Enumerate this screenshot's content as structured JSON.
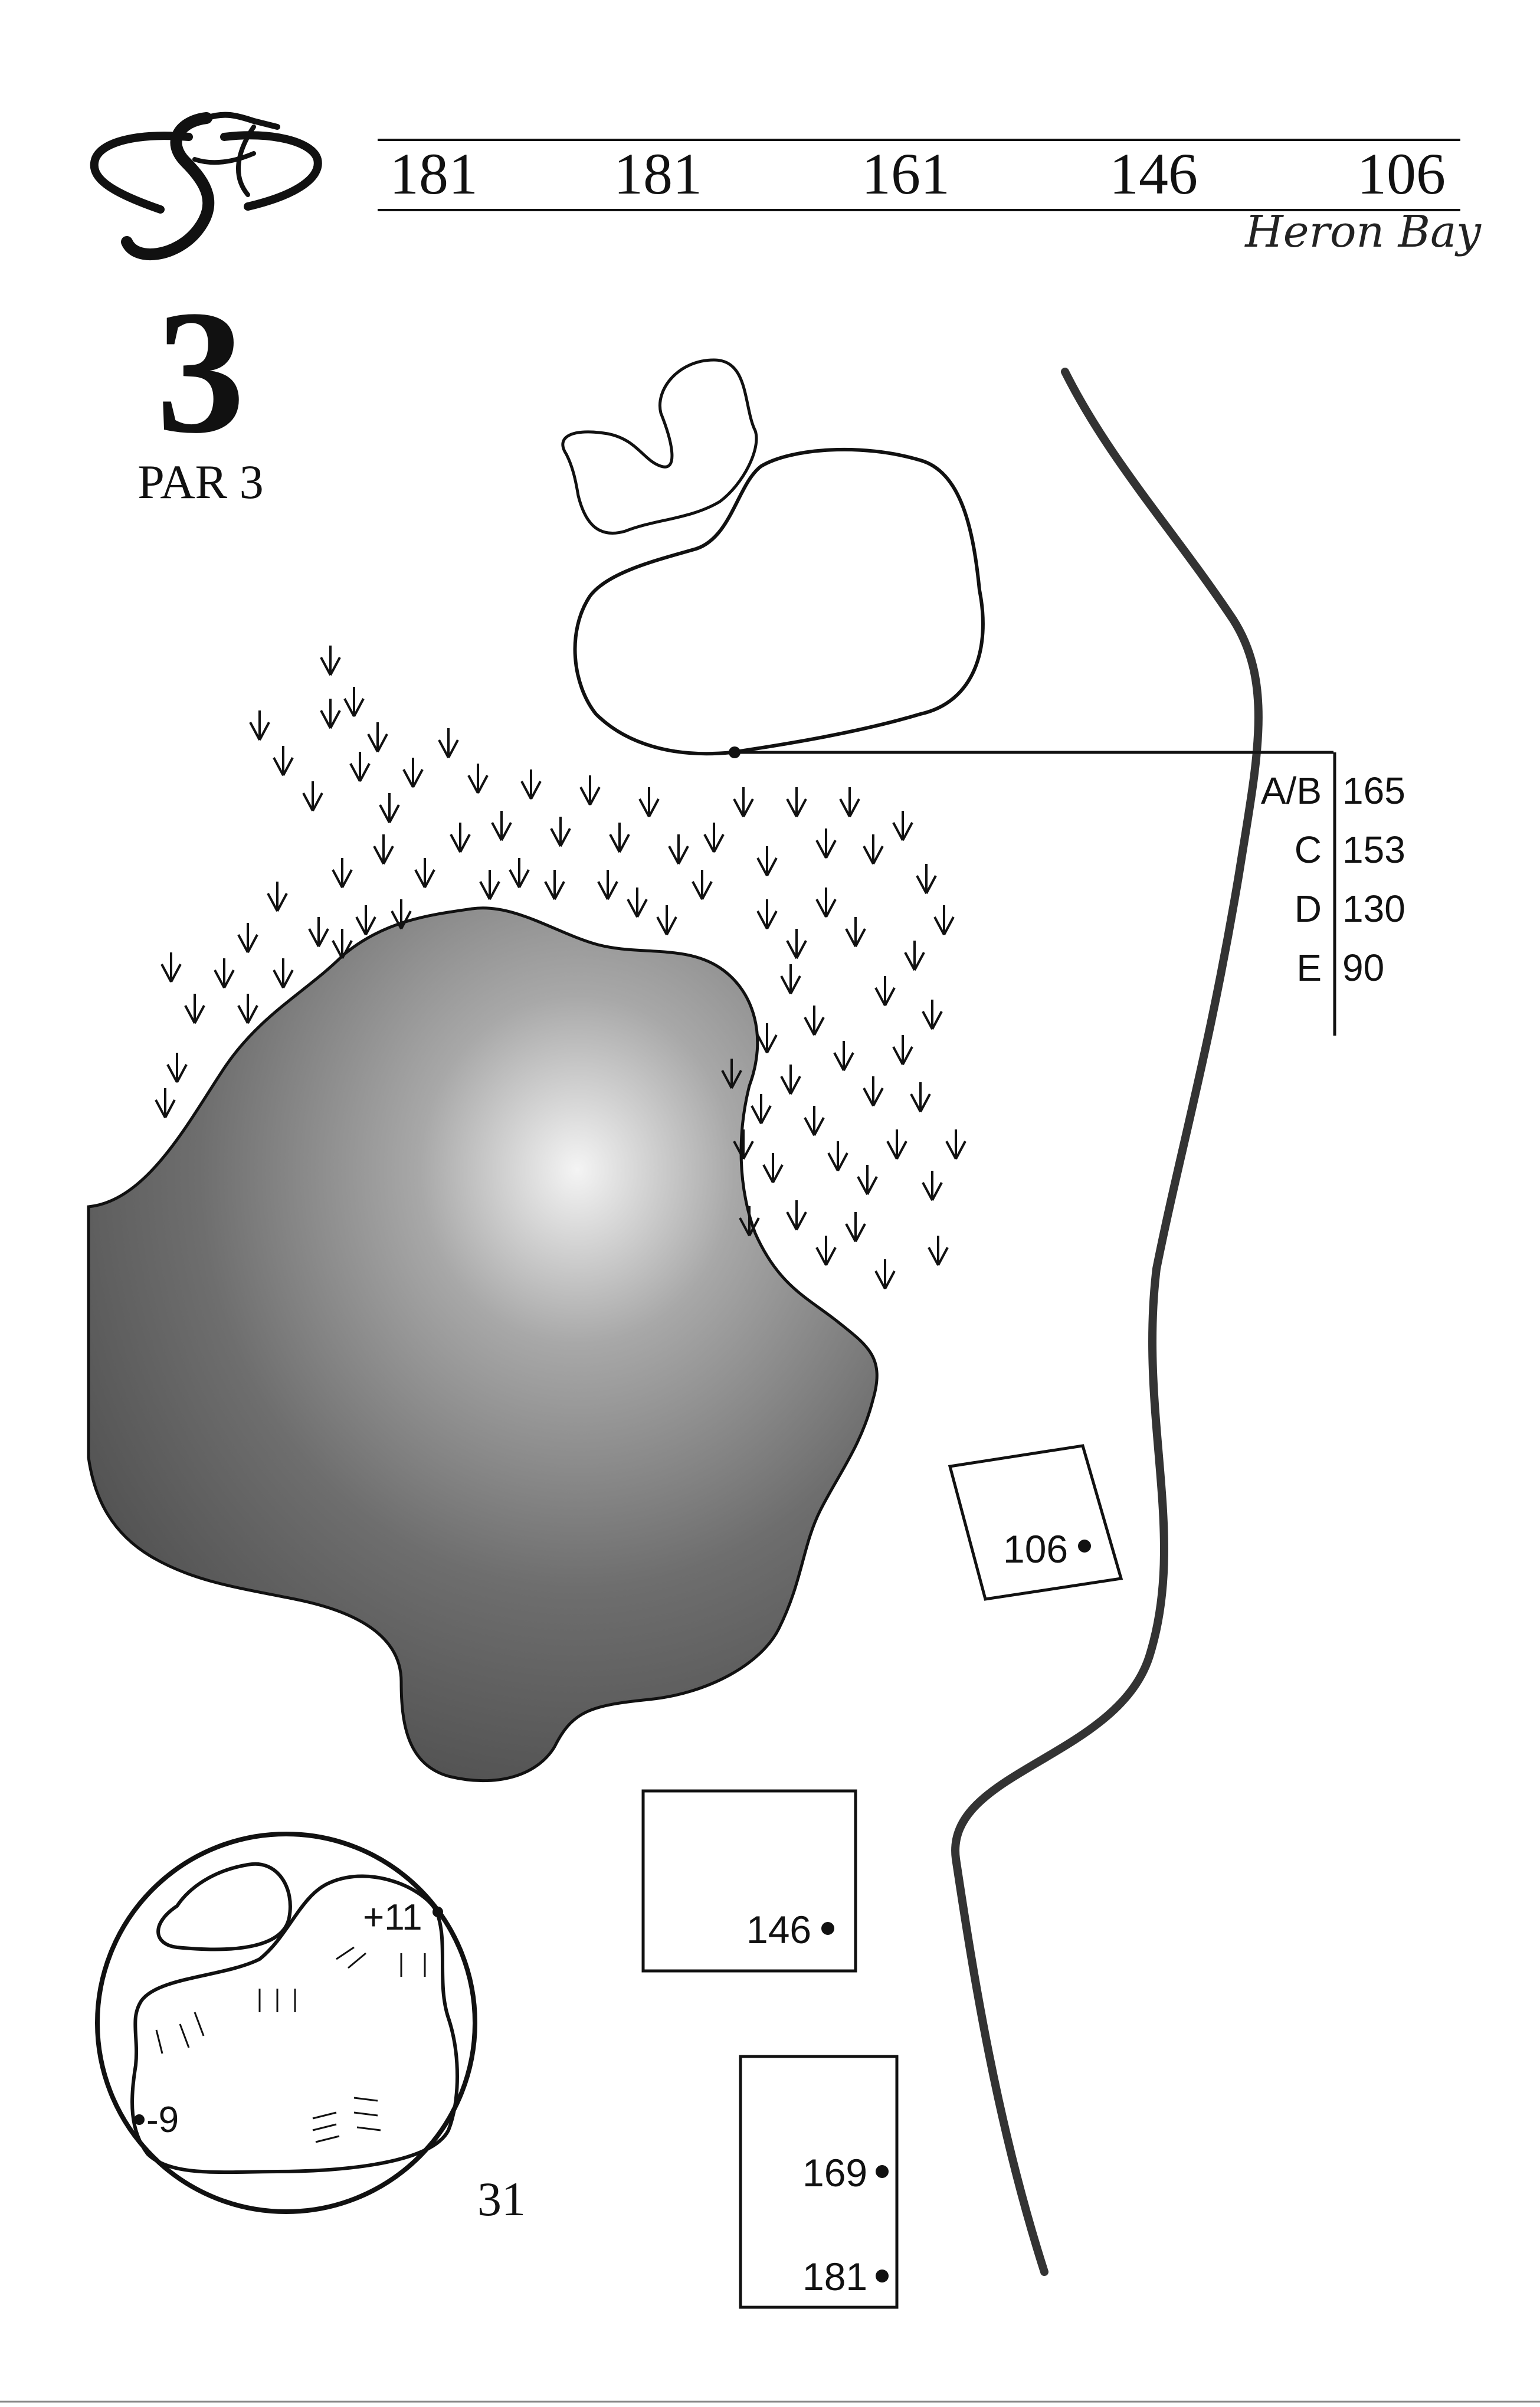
{
  "header": {
    "yardages": [
      "181",
      "181",
      "161",
      "146",
      "106"
    ],
    "course_name": "Heron Bay"
  },
  "hole": {
    "number": "3",
    "par_label": "PAR 3"
  },
  "green_distances": [
    {
      "tee": "A/B",
      "yards": "165"
    },
    {
      "tee": "C",
      "yards": "153"
    },
    {
      "tee": "D",
      "yards": "130"
    },
    {
      "tee": "E",
      "yards": "90"
    }
  ],
  "tee_boxes": [
    "106",
    "146",
    "169",
    "181"
  ],
  "green_detail": {
    "back_pin": "+11",
    "front_pin": "-9",
    "depth": "31"
  },
  "icons": [
    "heron-logo-icon",
    "marsh-grass-icon",
    "water-hazard",
    "cart-path"
  ]
}
